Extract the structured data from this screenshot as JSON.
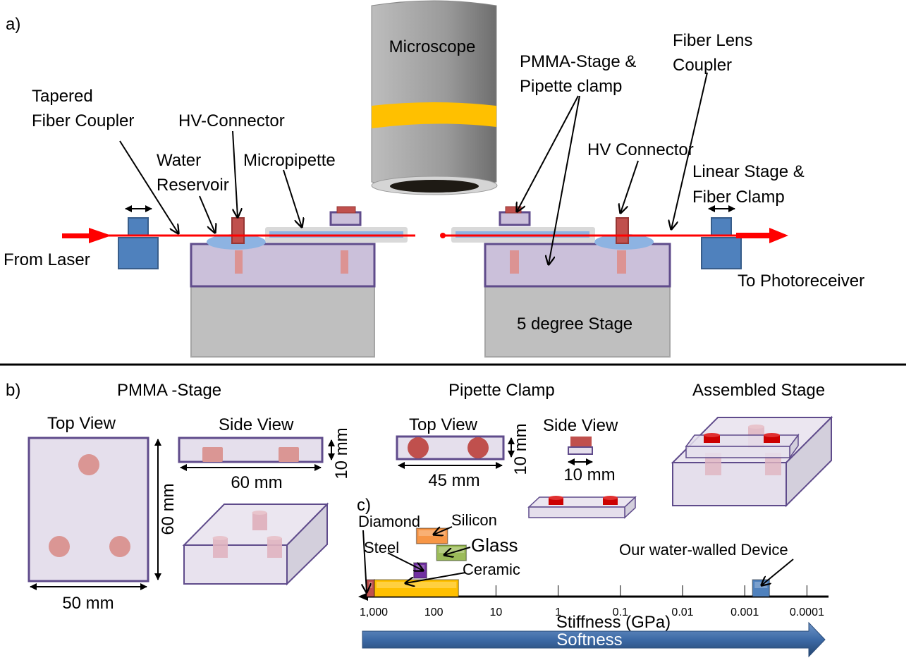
{
  "panels": {
    "a": {
      "tag": "a)",
      "labels": {
        "microscope": "Microscope",
        "tapered_fiber_coupler_1": "Tapered",
        "tapered_fiber_coupler_2": "Fiber Coupler",
        "hv_connector_left": "HV-Connector",
        "water_reservoir_1": "Water",
        "water_reservoir_2": "Reservoir",
        "micropipette": "Micropipette",
        "pmma_stage_clamp_1": "PMMA-Stage &",
        "pmma_stage_clamp_2": "Pipette clamp",
        "fiber_lens_coupler_1": "Fiber Lens",
        "fiber_lens_coupler_2": "Coupler",
        "hv_connector_right": "HV Connector",
        "linear_stage_1": "Linear Stage &",
        "linear_stage_2": "Fiber Clamp",
        "from_laser": "From Laser",
        "to_photoreceiver": "To Photoreceiver",
        "five_degree_stage": "5 degree Stage"
      }
    },
    "b": {
      "tag": "b)",
      "pmma_stage": {
        "title": "PMMA -Stage",
        "top_view": "Top View",
        "side_view": "Side View",
        "width_dim": "50 mm",
        "height_dim": "60 mm",
        "side_length_dim": "60 mm",
        "side_thickness_dim": "10 mm"
      },
      "pipette_clamp": {
        "title": "Pipette Clamp",
        "top_view": "Top View",
        "side_view": "Side View",
        "length_dim": "45 mm",
        "width_dim": "10 mm",
        "side_dim": "10 mm"
      },
      "assembled": {
        "title": "Assembled Stage"
      }
    },
    "c": {
      "tag": "c)"
    }
  },
  "chart_data": {
    "type": "scatter",
    "title": "",
    "xlabel": "Stiffness (GPa)",
    "arrow_label": "Softness",
    "x_scale": "log, decreasing left-to-right",
    "tick_labels": [
      "1,000",
      "100",
      "10",
      "1",
      "0.1",
      "0.01",
      "0.001",
      "0.0001"
    ],
    "tick_values": [
      1000,
      100,
      10,
      1,
      0.1,
      0.01,
      0.001,
      0.0001
    ],
    "materials": [
      {
        "name": "Diamond",
        "min": 900,
        "max": 1200,
        "color": "#c0504d"
      },
      {
        "name": "Silicon",
        "min": 60,
        "max": 190,
        "color": "#f79646"
      },
      {
        "name": "Glass",
        "min": 30,
        "max": 90,
        "color": "#9bbb59"
      },
      {
        "name": "Steel",
        "min": 130,
        "max": 210,
        "color": "#7030a0"
      },
      {
        "name": "Ceramic",
        "min": 40,
        "max": 900,
        "color": "#ffc000"
      },
      {
        "name": "Our water-walled Device",
        "min": 0.0004,
        "max": 0.00075,
        "color": "#4f81bd"
      }
    ]
  }
}
